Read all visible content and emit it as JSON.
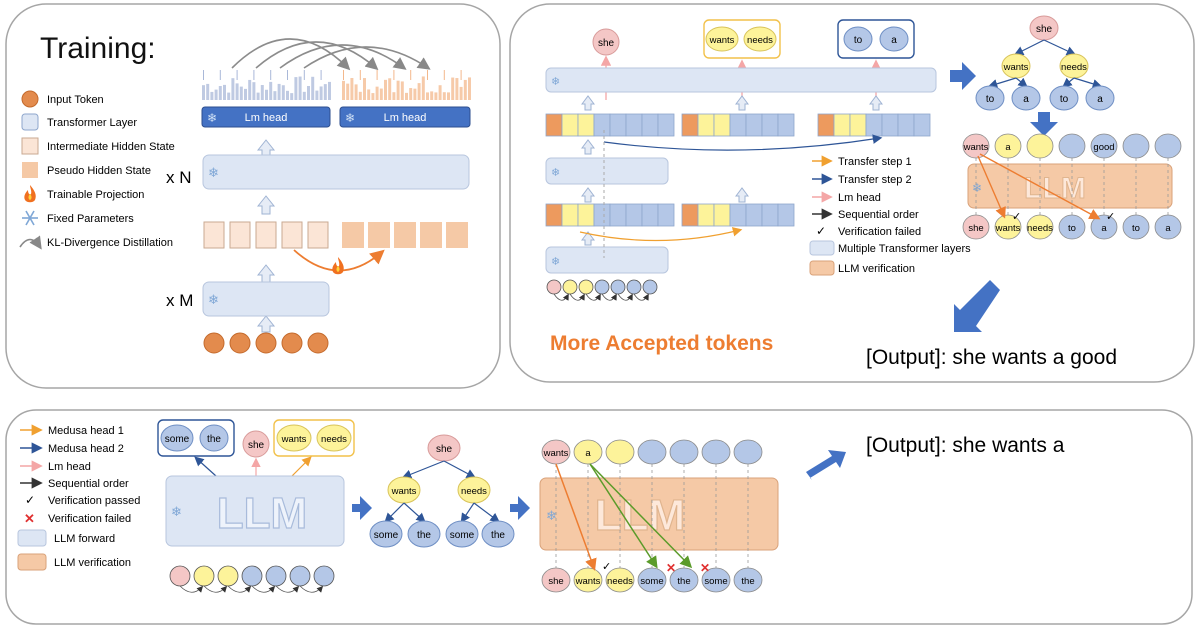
{
  "colors": {
    "panel_border": "#a6a6a6",
    "input_token": "#e38b4d",
    "transformer_fill": "#dde6f4",
    "transformer_stroke": "#b8c6de",
    "intermediate_fill": "#fbe5d6",
    "pseudo_fill": "#f5c9a6",
    "lm_head_fill": "#4472c4",
    "token_pink": "#f4c7c6",
    "token_yellow": "#fdf39a",
    "token_blue": "#b4c7e7",
    "yellow_box": "#f2c14a",
    "blue_box": "#2e5597",
    "orange_arrow": "#f0a030",
    "blue_arrow": "#2e5597",
    "pink_arrow": "#f4a6a6",
    "green_arrow": "#5b9b2a",
    "red_cross": "#e03030",
    "accent_orange": "#ed7d31",
    "block_arrow": "#4472c4"
  },
  "icons": [
    "snowflake-icon",
    "fire-icon",
    "check-icon",
    "cross-icon",
    "block-arrow-icon"
  ],
  "training": {
    "title": "Training:",
    "legend": [
      {
        "name": "legend-input-token",
        "label": "Input Token"
      },
      {
        "name": "legend-transformer-layer",
        "label": "Transformer Layer"
      },
      {
        "name": "legend-intermediate-hidden",
        "label": "Intermediate Hidden State"
      },
      {
        "name": "legend-pseudo-hidden",
        "label": "Pseudo Hidden State"
      },
      {
        "name": "legend-trainable-projection",
        "label": "Trainable Projection"
      },
      {
        "name": "legend-fixed-parameters",
        "label": "Fixed Parameters"
      },
      {
        "name": "legend-kl-distillation",
        "label": "KL-Divergence Distillation"
      }
    ],
    "lm_head_label": "Lm head",
    "xn_label": "x N",
    "xm_label": "x M"
  },
  "top_right": {
    "out_she": "she",
    "out_wants": "wants",
    "out_needs": "needs",
    "out_to": "to",
    "out_a": "a",
    "legend": [
      {
        "name": "legend-transfer-step-1",
        "label": "Transfer step 1"
      },
      {
        "name": "legend-transfer-step-2",
        "label": "Transfer step 2"
      },
      {
        "name": "legend-lm-head",
        "label": "Lm head"
      },
      {
        "name": "legend-sequential-order",
        "label": "Sequential order"
      },
      {
        "name": "legend-verification-failed",
        "label": "Verification failed"
      },
      {
        "name": "legend-multiple-transformer",
        "label": "Multiple Transformer layers"
      },
      {
        "name": "legend-llm-verification",
        "label": "LLM verification"
      }
    ],
    "tree": {
      "root": "she",
      "mid": [
        "wants",
        "needs"
      ],
      "leaves": [
        "to",
        "a",
        "to",
        "a"
      ]
    },
    "llm_label": "LLM",
    "top_tokens": [
      "wants",
      "a",
      "",
      "",
      "good",
      "",
      ""
    ],
    "bottom_tokens": [
      "she",
      "wants",
      "needs",
      "to",
      "a",
      "to",
      "a"
    ],
    "more_accepted": "More Accepted tokens",
    "output": "[Output]: she wants a good"
  },
  "bottom": {
    "legend": [
      {
        "name": "legend-medusa-head-1",
        "label": "Medusa head 1"
      },
      {
        "name": "legend-medusa-head-2",
        "label": "Medusa head 2"
      },
      {
        "name": "legend-lm-head",
        "label": "Lm head"
      },
      {
        "name": "legend-sequential-order",
        "label": "Sequential order"
      },
      {
        "name": "legend-verification-passed",
        "label": "Verification passed"
      },
      {
        "name": "legend-verification-failed",
        "label": "Verification failed"
      },
      {
        "name": "legend-llm-forward",
        "label": "LLM forward"
      },
      {
        "name": "legend-llm-verification",
        "label": "LLM verification"
      }
    ],
    "out_some": "some",
    "out_the": "the",
    "out_she": "she",
    "out_wants": "wants",
    "out_needs": "needs",
    "llm_label": "LLM",
    "tree": {
      "root": "she",
      "mid": [
        "wants",
        "needs"
      ],
      "leaves": [
        "some",
        "the",
        "some",
        "the"
      ]
    },
    "top_tokens": [
      "wants",
      "a",
      "",
      "",
      "",
      "",
      ""
    ],
    "bottom_tokens": [
      "she",
      "wants",
      "needs",
      "some",
      "the",
      "some",
      "the"
    ],
    "output": "[Output]: she wants a"
  }
}
